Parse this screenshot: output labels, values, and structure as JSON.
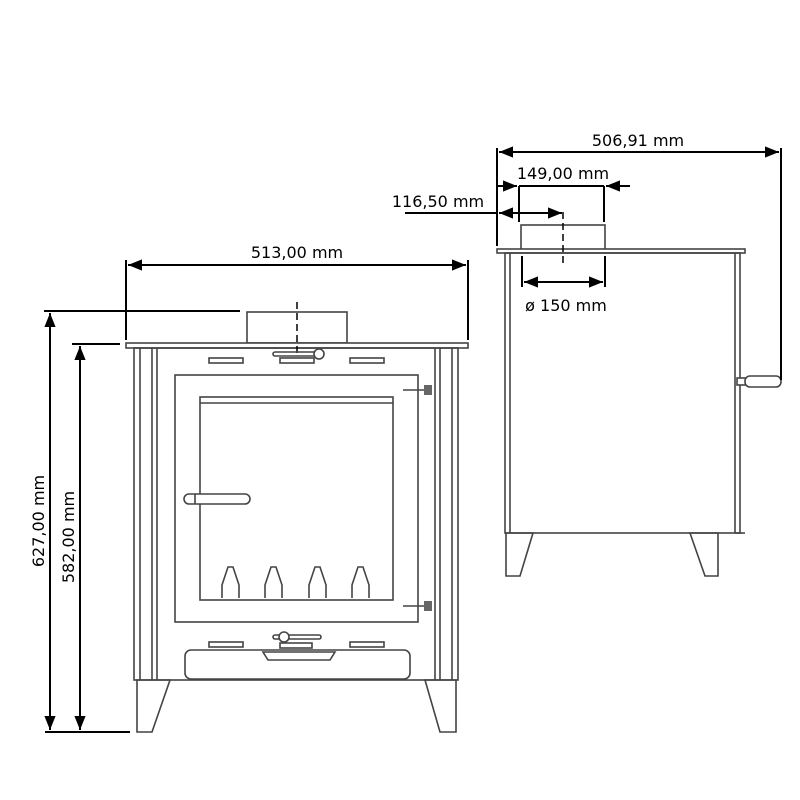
{
  "front_view": {
    "width_label": "513,00 mm",
    "total_height_label": "627,00 mm",
    "body_height_label": "582,00 mm"
  },
  "side_view": {
    "depth_label": "506,91 mm",
    "flue_offset_back_label": "149,00 mm",
    "flue_center_label": "116,50 mm",
    "flue_diameter_label": "ø 150 mm"
  },
  "colors": {
    "dimension": "#000000",
    "outline": "#444444"
  }
}
